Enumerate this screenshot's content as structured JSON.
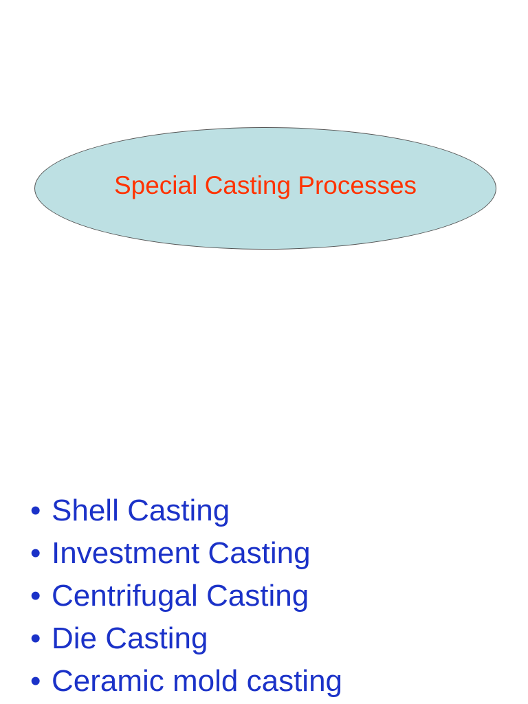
{
  "colors": {
    "ellipse_fill": "#bde0e3",
    "title_text": "#ff3300",
    "bullet_text": "#1b32c8"
  },
  "title": {
    "text": "Special Casting Processes"
  },
  "bullets": {
    "marker": "•",
    "items": [
      "Shell Casting",
      "Investment Casting",
      "Centrifugal Casting",
      "Die Casting",
      "Ceramic mold casting"
    ]
  }
}
